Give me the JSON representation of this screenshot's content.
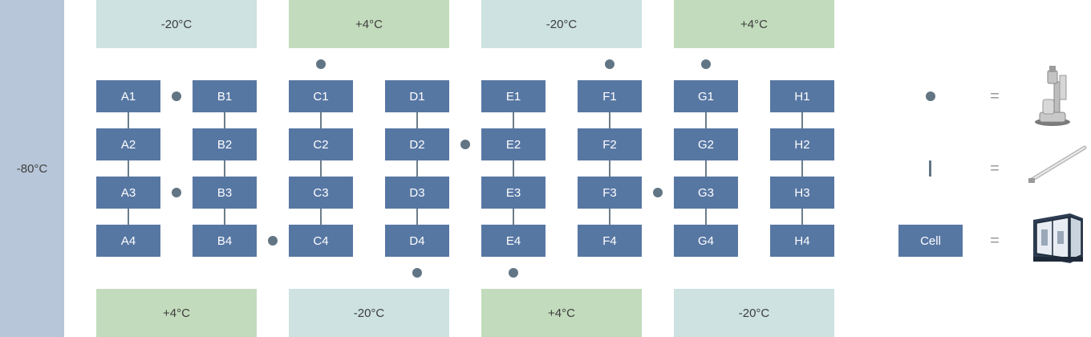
{
  "colors": {
    "freezer": "#b8c6d9",
    "cell": "#5777a3",
    "minus20": "#cde2e1",
    "plus4": "#c2dbbc",
    "robot": "#627584",
    "connector": "#6c7d8a"
  },
  "freezer": {
    "label": "-80°C"
  },
  "top_storage": [
    "-20°C",
    "+4°C",
    "-20°C",
    "+4°C"
  ],
  "bottom_storage": [
    "+4°C",
    "-20°C",
    "+4°C",
    "-20°C"
  ],
  "columns": [
    "A",
    "B",
    "C",
    "D",
    "E",
    "F",
    "G",
    "H"
  ],
  "cells": [
    [
      "A1",
      "A2",
      "A3",
      "A4"
    ],
    [
      "B1",
      "B2",
      "B3",
      "B4"
    ],
    [
      "C1",
      "C2",
      "C3",
      "C4"
    ],
    [
      "D1",
      "D2",
      "D3",
      "D4"
    ],
    [
      "E1",
      "E2",
      "E3",
      "E4"
    ],
    [
      "F1",
      "F2",
      "F3",
      "F4"
    ],
    [
      "G1",
      "G2",
      "G3",
      "G4"
    ],
    [
      "H1",
      "H2",
      "H3",
      "H4"
    ]
  ],
  "legend": {
    "equals": "=",
    "cell_label": "Cell",
    "items": [
      {
        "symbol": "robot-dot",
        "icon": "robot-arm-icon"
      },
      {
        "symbol": "line",
        "icon": "transfer-rail-icon"
      },
      {
        "symbol": "cell",
        "icon": "lab-cell-icon"
      }
    ]
  }
}
